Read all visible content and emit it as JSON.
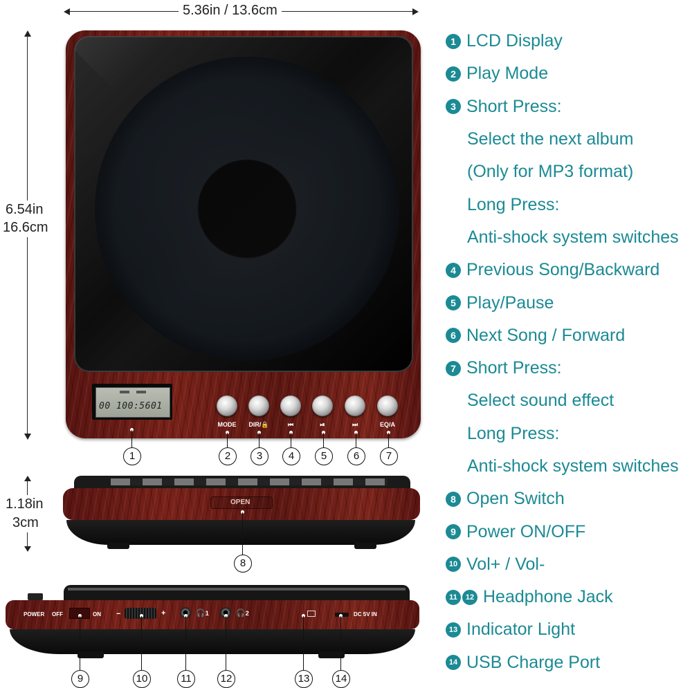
{
  "dimensions": {
    "width_label": "5.36in / 13.6cm",
    "height_in": "6.54in",
    "height_cm": "16.6cm",
    "depth_in": "1.18in",
    "depth_cm": "3cm"
  },
  "top_view": {
    "lcd_text": "00 100:5601",
    "buttons": [
      {
        "num": "2",
        "label": "MODE"
      },
      {
        "num": "3",
        "label": "DIR/🔒"
      },
      {
        "num": "4",
        "label": "⏮"
      },
      {
        "num": "5",
        "label": "⏯"
      },
      {
        "num": "6",
        "label": "⏭"
      },
      {
        "num": "7",
        "label": "EQ/A"
      }
    ],
    "lcd_callout": "1"
  },
  "front_view": {
    "open_label": "OPEN",
    "callout": "8"
  },
  "side_view": {
    "power_label": "POWER",
    "off_label": "OFF",
    "on_label": "ON",
    "minus_label": "−",
    "plus_label": "+",
    "jack1_label": "1",
    "jack2_label": "2",
    "dc_label": "DC 5V IN",
    "callouts": [
      "9",
      "10",
      "11",
      "12",
      "13",
      "14"
    ]
  },
  "legend": [
    {
      "badge": "1",
      "text": "LCD Display"
    },
    {
      "badge": "2",
      "text": "Play Mode"
    },
    {
      "badge": "3",
      "text": "Short Press:"
    },
    {
      "badge": "",
      "text": "Select the next album"
    },
    {
      "badge": "",
      "text": "(Only for MP3 format)"
    },
    {
      "badge": "",
      "text": "Long Press:"
    },
    {
      "badge": "",
      "text": "Anti-shock system switches"
    },
    {
      "badge": "4",
      "text": "Previous Song/Backward"
    },
    {
      "badge": "5",
      "text": "Play/Pause"
    },
    {
      "badge": "6",
      "text": "Next Song / Forward"
    },
    {
      "badge": "7",
      "text": "Short Press:"
    },
    {
      "badge": "",
      "text": "Select sound effect"
    },
    {
      "badge": "",
      "text": "Long Press:"
    },
    {
      "badge": "",
      "text": "Anti-shock system switches"
    },
    {
      "badge": "8",
      "text": "Open Switch"
    },
    {
      "badge": "9",
      "text": "Power ON/OFF"
    },
    {
      "badge": "10",
      "text": "Vol+ / Vol-"
    },
    {
      "badge": "11",
      "badge2": "12",
      "text": " Headphone Jack"
    },
    {
      "badge": "13",
      "text": "Indicator Light"
    },
    {
      "badge": "14",
      "text": "USB Charge Port"
    }
  ],
  "colors": {
    "accent": "#1b8a94",
    "wood": "#6b1d16",
    "lid": "#111111"
  }
}
